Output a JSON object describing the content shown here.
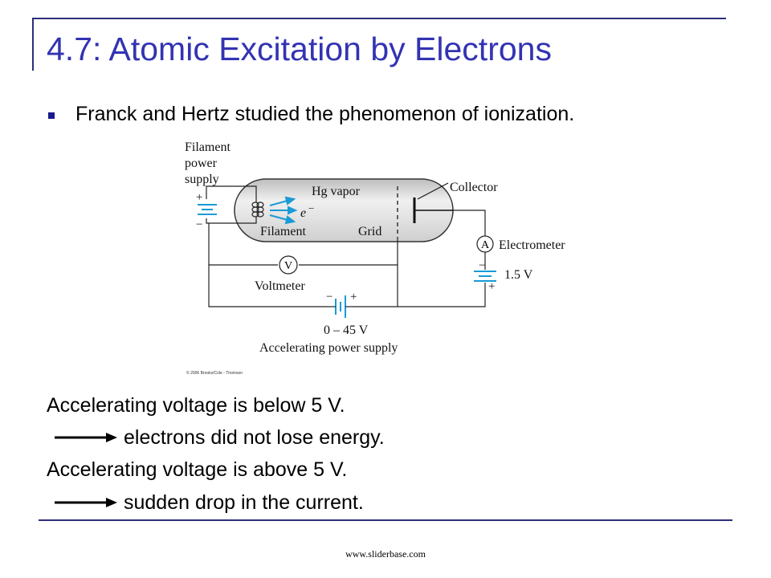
{
  "slide": {
    "title": "4.7: Atomic Excitation by Electrons",
    "bullet": "Franck and Hertz studied the phenomenon of ionization.",
    "lines": [
      "Accelerating voltage is below 5 V.",
      "electrons did not lose energy.",
      "Accelerating voltage is above 5 V.",
      "sudden drop in the current."
    ],
    "footer": "www.sliderbase.com"
  },
  "diagram": {
    "filament_supply": [
      "Filament",
      "power",
      "supply"
    ],
    "plus": "+",
    "minus": "−",
    "hg_vapor": "Hg vapor",
    "electron": "e",
    "electron_sup": "−",
    "filament": "Filament",
    "grid": "Grid",
    "collector": "Collector",
    "ammeter_symbol": "A",
    "electrometer": "Electrometer",
    "battery_small": "1.5 V",
    "voltmeter_symbol": "V",
    "voltmeter": "Voltmeter",
    "supply_range": "0 – 45 V",
    "accel_supply": "Accelerating power supply",
    "copyright": "© 2006 Brooks/Cole - Thomson"
  },
  "colors": {
    "title": "#3333b3",
    "rule": "#2e2e7a",
    "battery": "#1a9ad6",
    "tube": "#d8d8d8"
  }
}
